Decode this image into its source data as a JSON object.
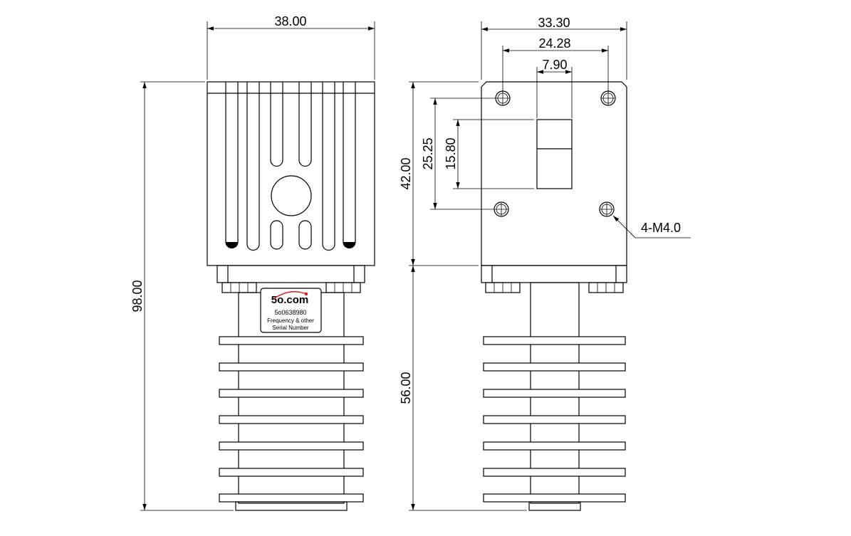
{
  "dimensions": {
    "front_width": "38.00",
    "total_height": "98.00",
    "side_width": "33.30",
    "hole_spacing": "24.28",
    "port_width": "7.90",
    "head_height": "42.00",
    "hole_vertical_spacing": "25.25",
    "port_height": "15.80",
    "body_height": "56.00",
    "holes_callout": "4-M4.0"
  },
  "label": {
    "brand": "5o.com",
    "serial": "5o0638980",
    "line1": "Frequency & other",
    "line2": "Serial Number",
    "brand_color": "#1f4fa8",
    "dot_color": "#d62020"
  }
}
